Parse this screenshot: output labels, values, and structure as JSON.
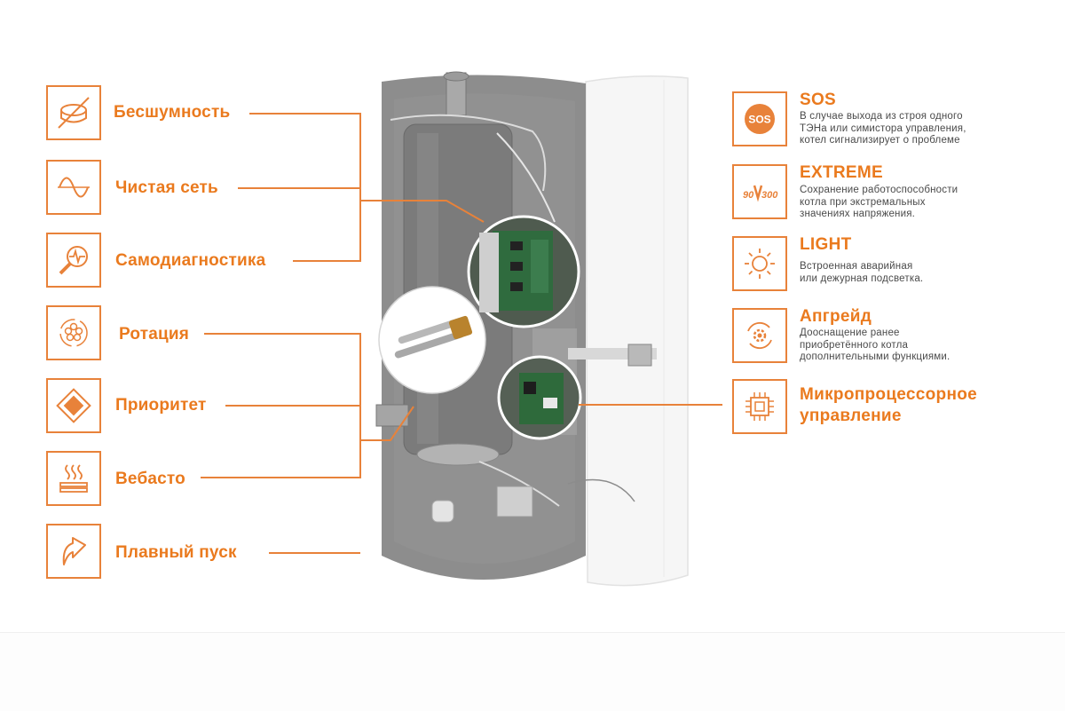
{
  "accent_color": "#e8823a",
  "left_features": [
    {
      "label": "Бесшумность",
      "icon": "silent-drum-icon"
    },
    {
      "label": "Чистая сеть",
      "icon": "sine-wave-icon"
    },
    {
      "label": "Самодиагностика",
      "icon": "diagnostics-magnifier-icon"
    },
    {
      "label": "Ротация",
      "icon": "rotation-icon"
    },
    {
      "label": "Приоритет",
      "icon": "priority-diamond-icon"
    },
    {
      "label": "Вебасто",
      "icon": "heat-waves-icon"
    },
    {
      "label": "Плавный пуск",
      "icon": "soft-start-arrow-icon"
    }
  ],
  "right_features": [
    {
      "title": "SOS",
      "icon": "sos-icon",
      "badge": "SOS",
      "desc": [
        "В случае выхода из строя одного",
        "ТЭНа или симистора управления,",
        "котел сигнализирует о проблеме"
      ]
    },
    {
      "title": "EXTREME",
      "icon": "voltage-range-icon",
      "badge_low": "90",
      "badge_high": "300",
      "desc": [
        "Сохранение работоспособности",
        "котла при экстремальных",
        "значениях напряжения."
      ]
    },
    {
      "title": "LIGHT",
      "icon": "sun-icon",
      "desc": [
        "Встроенная аварийная",
        "или дежурная подсветка."
      ]
    },
    {
      "title": "Апгрейд",
      "icon": "upgrade-gear-icon",
      "desc": [
        "Дооснащение ранее",
        "приобретённого котла",
        "дополнительными функциями."
      ]
    },
    {
      "title_lines": [
        "Микропроцессорное",
        "управление"
      ],
      "icon": "microchip-icon"
    }
  ]
}
